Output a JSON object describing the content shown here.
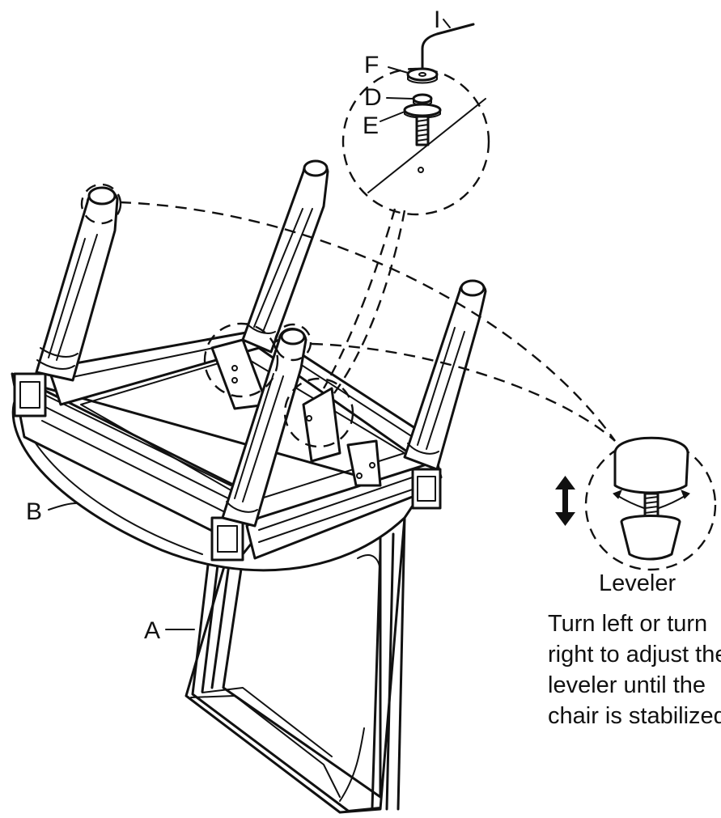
{
  "labels": {
    "I": "I",
    "F": "F",
    "D": "D",
    "E": "E",
    "B": "B",
    "A": "A"
  },
  "leveler": {
    "title": "Leveler",
    "instructions": [
      "Turn left or turn",
      "right to adjust the",
      "leveler until the",
      "chair is stabilized."
    ]
  },
  "icons": {
    "adjust_arrow": "double-vertical-arrow-icon"
  }
}
